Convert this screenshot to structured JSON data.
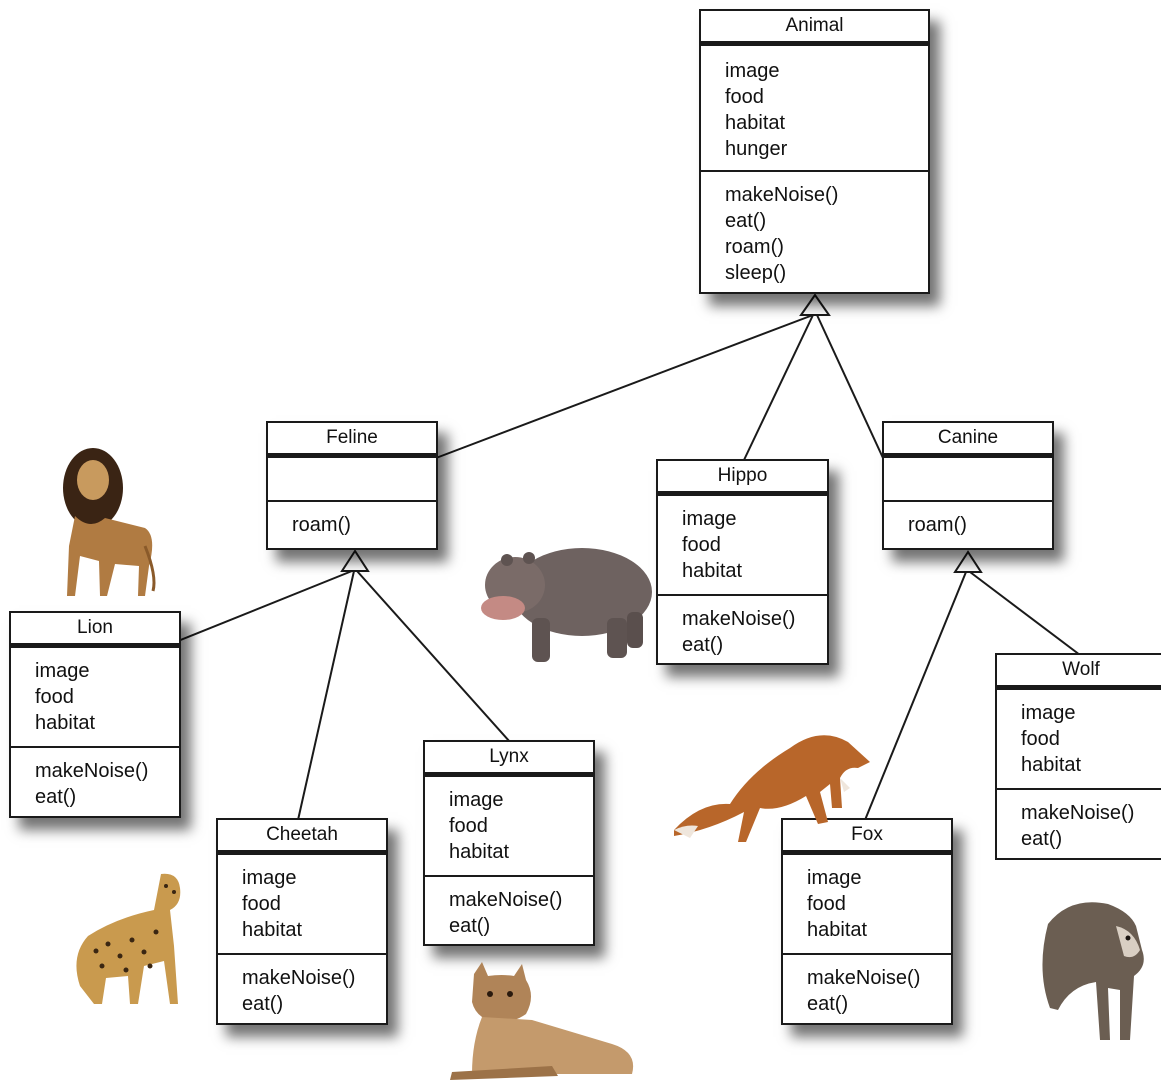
{
  "classes": {
    "animal": {
      "name": "Animal",
      "attributes": [
        "image",
        "food",
        "habitat",
        "hunger"
      ],
      "methods": [
        "makeNoise()",
        "eat()",
        "roam()",
        "sleep()"
      ]
    },
    "feline": {
      "name": "Feline",
      "attributes": [],
      "methods": [
        "roam()"
      ]
    },
    "hippo": {
      "name": "Hippo",
      "attributes": [
        "image",
        "food",
        "habitat"
      ],
      "methods": [
        "makeNoise()",
        "eat()"
      ]
    },
    "canine": {
      "name": "Canine",
      "attributes": [],
      "methods": [
        "roam()"
      ]
    },
    "lion": {
      "name": "Lion",
      "attributes": [
        "image",
        "food",
        "habitat"
      ],
      "methods": [
        "makeNoise()",
        "eat()"
      ]
    },
    "cheetah": {
      "name": "Cheetah",
      "attributes": [
        "image",
        "food",
        "habitat"
      ],
      "methods": [
        "makeNoise()",
        "eat()"
      ]
    },
    "lynx": {
      "name": "Lynx",
      "attributes": [
        "image",
        "food",
        "habitat"
      ],
      "methods": [
        "makeNoise()",
        "eat()"
      ]
    },
    "fox": {
      "name": "Fox",
      "attributes": [
        "image",
        "food",
        "habitat"
      ],
      "methods": [
        "makeNoise()",
        "eat()"
      ]
    },
    "wolf": {
      "name": "Wolf",
      "attributes": [
        "image",
        "food",
        "habitat"
      ],
      "methods": [
        "makeNoise()",
        "eat()"
      ]
    }
  },
  "inheritance": [
    {
      "child": "feline",
      "parent": "animal"
    },
    {
      "child": "hippo",
      "parent": "animal"
    },
    {
      "child": "canine",
      "parent": "animal"
    },
    {
      "child": "lion",
      "parent": "feline"
    },
    {
      "child": "cheetah",
      "parent": "feline"
    },
    {
      "child": "lynx",
      "parent": "feline"
    },
    {
      "child": "fox",
      "parent": "canine"
    },
    {
      "child": "wolf",
      "parent": "canine"
    }
  ],
  "colors": {
    "line": "#1a1a1a",
    "lion": "#8a5a2a",
    "hippo": "#6e6260",
    "cheetah": "#c99a4e",
    "lynx": "#b08458",
    "fox": "#b8662a",
    "wolf": "#6b5e52"
  }
}
